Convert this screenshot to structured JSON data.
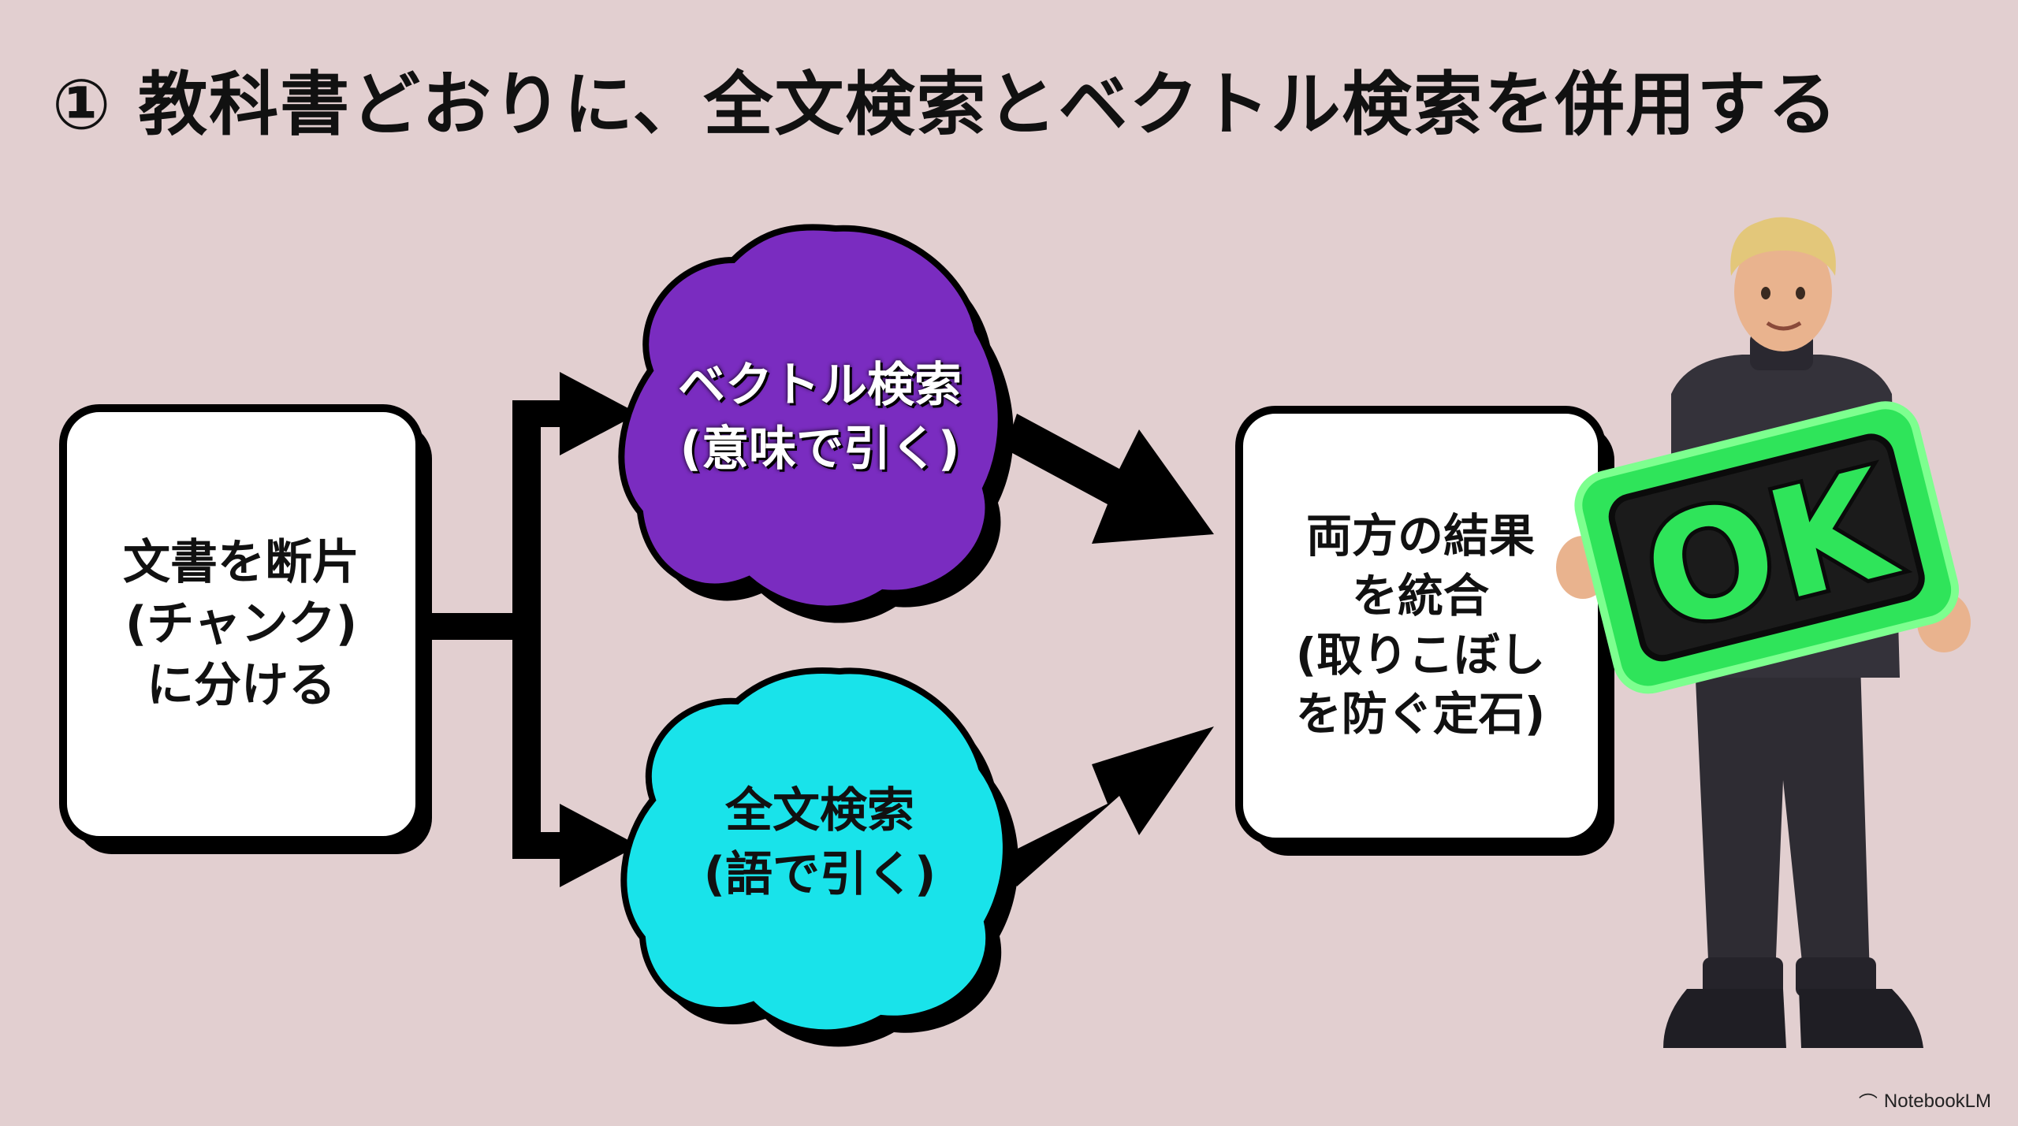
{
  "title": "① 教科書どおりに、全文検索とベクトル検索を併用する",
  "nodes": {
    "chunk": {
      "label": "文書を断片\n(チャンク)\nに分ける"
    },
    "vector": {
      "label": "ベクトル検索\n(意味で引く)",
      "color": "#7a2cc0"
    },
    "fulltext": {
      "label": "全文検索\n(語で引く)",
      "color": "#19e3ea"
    },
    "merge": {
      "label": "両方の結果\nを統合\n(取りこぼし\nを防ぐ定石)"
    }
  },
  "character": {
    "sign_text": "OK",
    "sign_color": "#2fe45a"
  },
  "watermark": {
    "text": "NotebookLM",
    "icon": "notebooklm-logo-icon"
  }
}
